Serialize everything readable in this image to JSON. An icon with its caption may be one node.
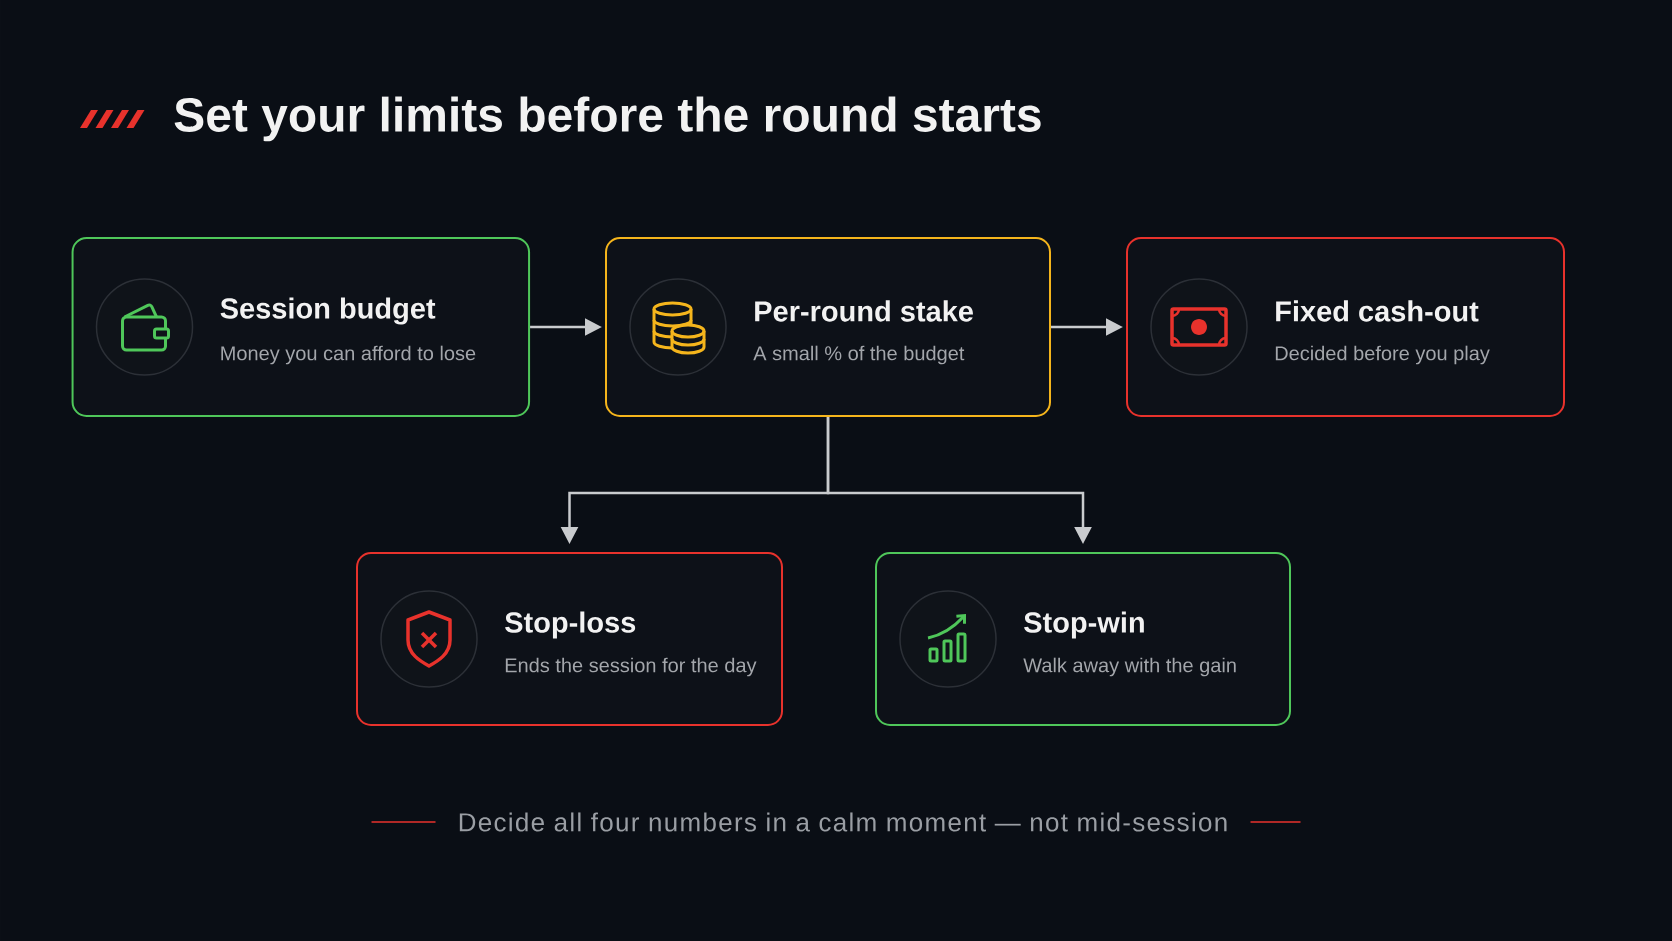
{
  "diagram": {
    "title": "Set your limits before the round starts",
    "nodes": [
      {
        "text": [
          "Session budget",
          "Money you can afford to lose"
        ]
      },
      {
        "text": [
          "Per-round stake",
          "A small % of the budget"
        ]
      },
      {
        "text": [
          "Fixed cash-out",
          "Decided before you play"
        ]
      },
      {
        "text": [
          "Stop-loss",
          "Ends the session for the day"
        ]
      },
      {
        "text": [
          "Stop-win",
          "Walk away with the gain"
        ]
      }
    ],
    "edges": [
      {
        "from": 0,
        "to": 1,
        "arrow": "to"
      },
      {
        "from": 1,
        "to": 2,
        "arrow": "to"
      },
      {
        "from": 1,
        "to": 3,
        "arrow": "to"
      },
      {
        "from": 1,
        "to": 4,
        "arrow": "to"
      }
    ],
    "caption": "Decide all four numbers in a calm moment — not mid-session"
  }
}
